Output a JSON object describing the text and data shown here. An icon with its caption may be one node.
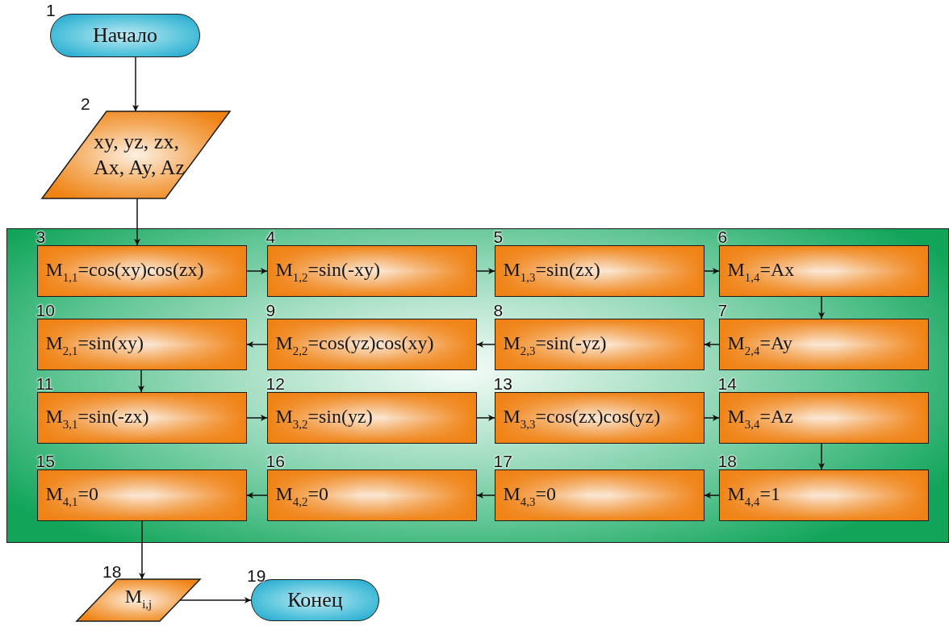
{
  "diagram": {
    "nodes": [
      {
        "text": [
          "1",
          "Начало"
        ]
      },
      {
        "text": [
          "2",
          "xy, yz, zx, Ax, Ay, Az"
        ]
      },
      {
        "text": [],
        "shape": "box"
      },
      {
        "text": [
          "3",
          "M$_{1,1}$=cos(xy)cos(zx)"
        ],
        "in": 2
      },
      {
        "text": [
          "4",
          "M$_{1,2}$=sin(-xy)"
        ],
        "in": 2
      },
      {
        "text": [
          "5",
          "M$_{1,3}$=sin(zx)"
        ],
        "in": 2
      },
      {
        "text": [
          "6",
          "M$_{1,4}$=Ax"
        ],
        "in": 2
      },
      {
        "text": [
          "7",
          "M$_{2,4}$=Ay"
        ],
        "in": 2
      },
      {
        "text": [
          "8",
          "M$_{2,3}$=sin(-yz)"
        ],
        "in": 2
      },
      {
        "text": [
          "9",
          "M$_{2,2}$=cos(yz)cos(xy)"
        ],
        "in": 2
      },
      {
        "text": [
          "10",
          "M$_{2,1}$=sin(xy)"
        ],
        "in": 2
      },
      {
        "text": [
          "11",
          "M$_{3,1}$=sin(-zx)"
        ],
        "in": 2
      },
      {
        "text": [
          "12",
          "M$_{3,2}$=sin(yz)"
        ],
        "in": 2
      },
      {
        "text": [
          "13",
          "M$_{3,3}$=cos(zx)cos(yz)"
        ],
        "in": 2
      },
      {
        "text": [
          "14",
          "M$_{3,4}$=Az"
        ],
        "in": 2
      },
      {
        "text": [
          "15",
          "M$_{4,1}$=0"
        ],
        "in": 2
      },
      {
        "text": [
          "16",
          "M$_{4,2}$=0"
        ],
        "in": 2
      },
      {
        "text": [
          "17",
          "M$_{4,3}$=0"
        ],
        "in": 2
      },
      {
        "text": [
          "18",
          "M$_{4,4}$=1"
        ],
        "in": 2
      },
      {
        "text": [
          "18",
          "M$_{i,j}$"
        ]
      },
      {
        "text": [
          "19",
          "Конец"
        ]
      }
    ],
    "edges": [
      {
        "from": 0,
        "to": 1,
        "arrow": "to"
      },
      {
        "from": 1,
        "to": 3,
        "arrow": "to"
      },
      {
        "from": 3,
        "to": 4,
        "arrow": "to"
      },
      {
        "from": 4,
        "to": 5,
        "arrow": "to"
      },
      {
        "from": 5,
        "to": 6,
        "arrow": "to"
      },
      {
        "from": 6,
        "to": 7,
        "arrow": "to"
      },
      {
        "from": 7,
        "to": 8,
        "arrow": "to"
      },
      {
        "from": 8,
        "to": 9,
        "arrow": "to"
      },
      {
        "from": 9,
        "to": 10,
        "arrow": "to"
      },
      {
        "from": 10,
        "to": 11,
        "arrow": "to"
      },
      {
        "from": 11,
        "to": 12,
        "arrow": "to"
      },
      {
        "from": 12,
        "to": 13,
        "arrow": "to"
      },
      {
        "from": 13,
        "to": 14,
        "arrow": "to"
      },
      {
        "from": 14,
        "to": 18,
        "arrow": "to"
      },
      {
        "from": 18,
        "to": 17,
        "arrow": "to"
      },
      {
        "from": 17,
        "to": 16,
        "arrow": "to"
      },
      {
        "from": 16,
        "to": 15,
        "arrow": "to"
      },
      {
        "from": 15,
        "to": 19,
        "arrow": "to"
      },
      {
        "from": 19,
        "to": 20,
        "arrow": "to"
      }
    ]
  }
}
